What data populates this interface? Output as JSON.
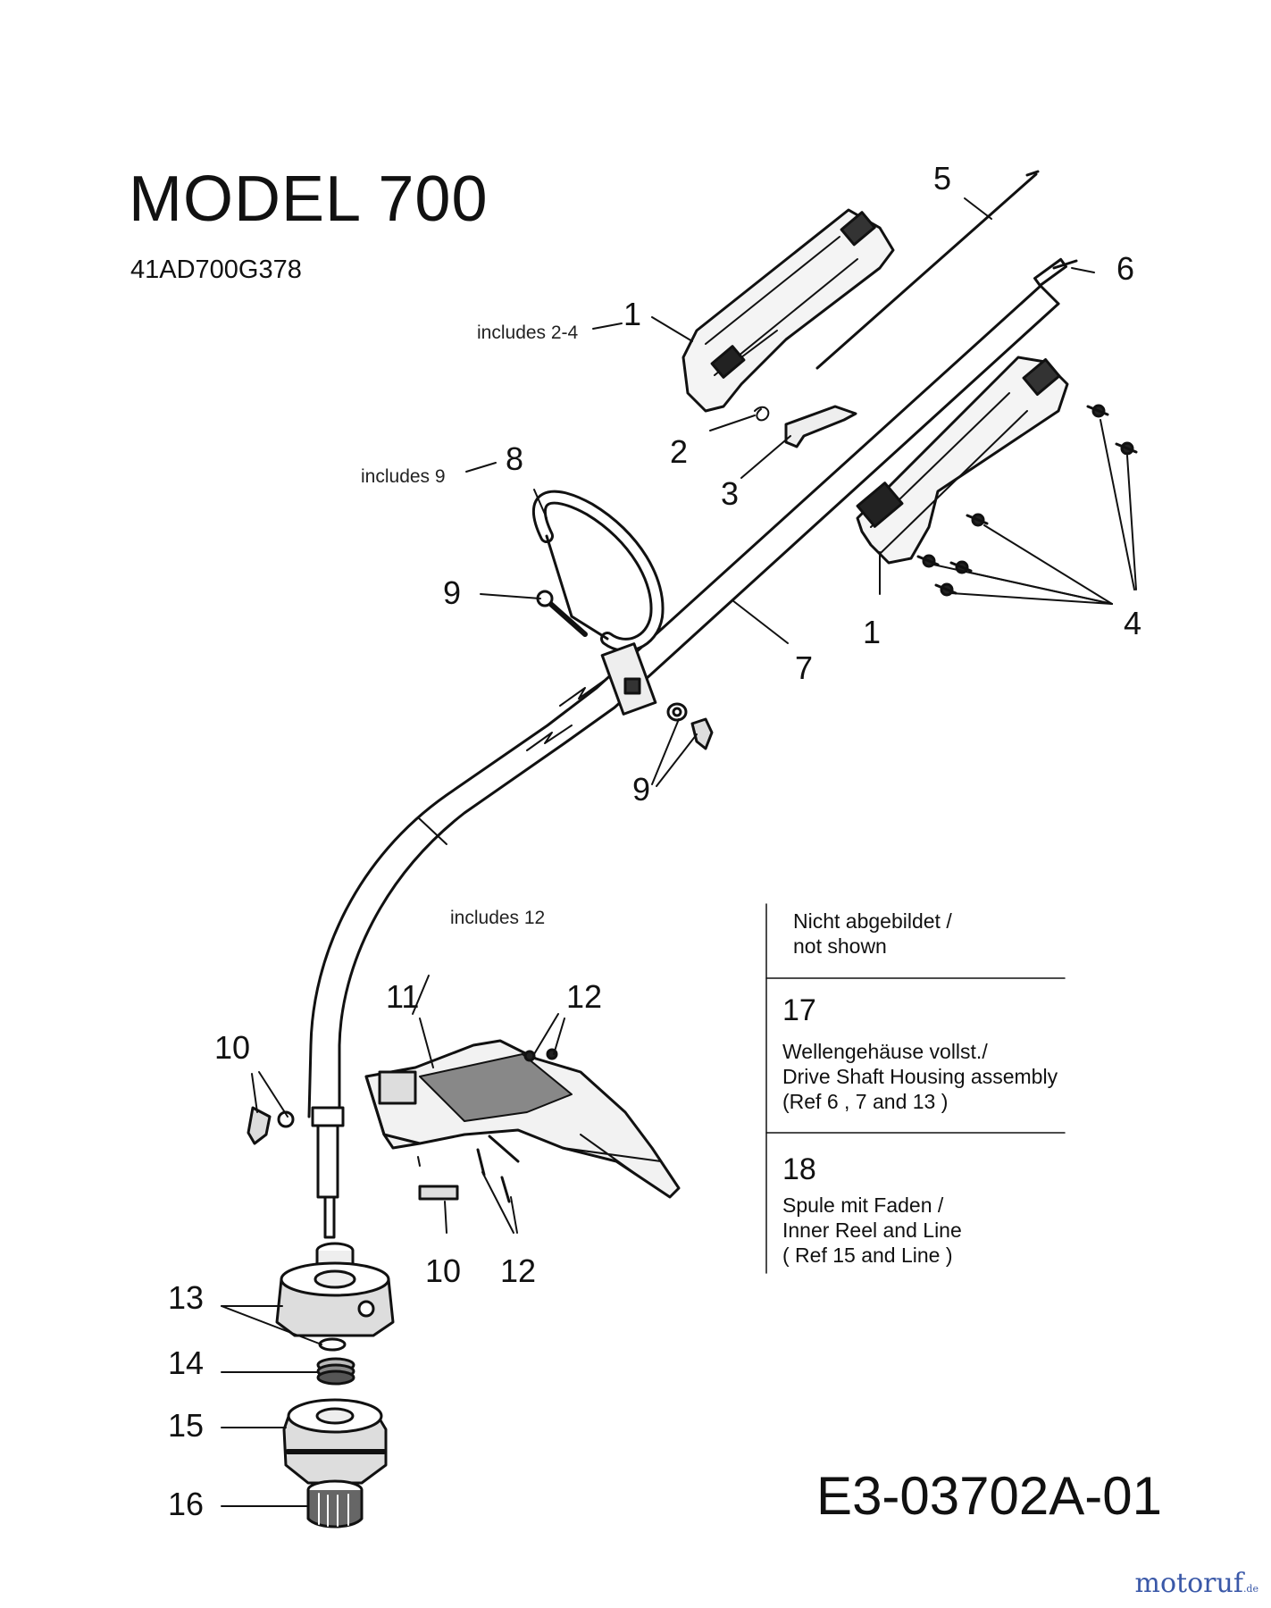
{
  "header": {
    "title": "MODEL  700",
    "model_number": "41AD700G378"
  },
  "document_id": "E3-03702A-01",
  "logo": {
    "text": "motoruf",
    "suffix": ".de",
    "color": "#3a58a8"
  },
  "callouts": {
    "c1_top": "1",
    "c1_bottom": "1",
    "c2": "2",
    "c3": "3",
    "c4": "4",
    "c5": "5",
    "c6": "6",
    "c7": "7",
    "c8": "8",
    "c9_upper": "9",
    "c9_lower": "9",
    "c10_left": "10",
    "c10_bottom": "10",
    "c11": "11",
    "c12_top": "12",
    "c12_bottom": "12",
    "c13": "13",
    "c14": "14",
    "c15": "15",
    "c16": "16"
  },
  "notes": {
    "includes_2_4": "includes 2-4",
    "includes_9": "includes 9",
    "includes_12": "includes 12"
  },
  "not_shown": {
    "heading_line1": "Nicht abgebildet /",
    "heading_line2": "not shown",
    "items": [
      {
        "number": "17",
        "line1": "Wellengehäuse vollst./",
        "line2": "Drive Shaft Housing assembly",
        "line3": "(Ref  6 , 7 and 13 )"
      },
      {
        "number": "18",
        "line1": "Spule mit Faden /",
        "line2": "Inner Reel and Line",
        "line3": "( Ref 15 and Line )"
      }
    ]
  }
}
